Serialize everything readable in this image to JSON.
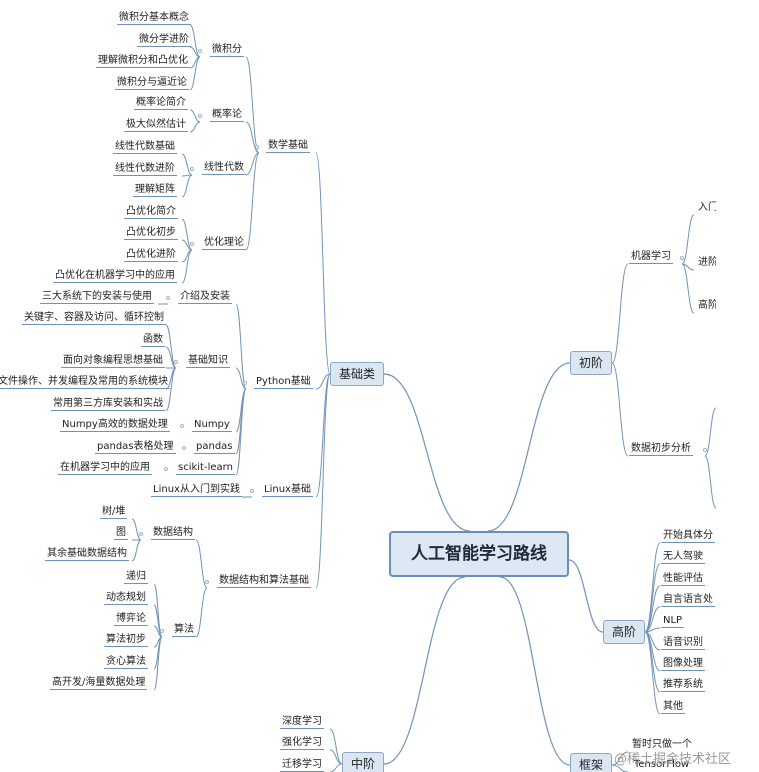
{
  "root": {
    "label": "人工智能学习路线"
  },
  "categories": {
    "basic": "基础类",
    "beginner": "初阶",
    "advanced": "高阶",
    "middle": "中阶",
    "framework": "框架"
  },
  "math": {
    "label": "数学基础",
    "calculus": {
      "label": "微积分",
      "items": [
        "微积分基本概念",
        "微分学进阶",
        "理解微积分和凸优化",
        "微积分与逼近论"
      ]
    },
    "probability": {
      "label": "概率论",
      "items": [
        "概率论简介",
        "极大似然估计"
      ]
    },
    "linear_algebra": {
      "label": "线性代数",
      "items": [
        "线性代数基础",
        "线性代数进阶",
        "理解矩阵"
      ]
    },
    "optimization": {
      "label": "优化理论",
      "items": [
        "凸优化简介",
        "凸优化初步",
        "凸优化进阶",
        "凸优化在机器学习中的应用"
      ]
    }
  },
  "python": {
    "label": "Python基础",
    "intro": {
      "label": "介绍及安装",
      "items": [
        "三大系统下的安装与使用"
      ]
    },
    "knowledge": {
      "label": "基础知识",
      "items": [
        "关键字、容器及访问、循环控制",
        "函数",
        "面向对象编程思想基础",
        "文件操作、并发编程及常用的系统模块",
        "常用第三方库安装和实战"
      ]
    },
    "numpy": {
      "label": "Numpy",
      "items": [
        "Numpy高效的数据处理"
      ]
    },
    "pandas": {
      "label": "pandas",
      "items": [
        "pandas表格处理"
      ]
    },
    "sklearn": {
      "label": "scikit-learn",
      "items": [
        "在机器学习中的应用"
      ]
    }
  },
  "linux": {
    "label": "Linux基础",
    "items": [
      "Linux从入门到实践"
    ]
  },
  "dsa": {
    "label": "数据结构和算法基础",
    "structures": {
      "label": "数据结构",
      "items": [
        "树/堆",
        "图",
        "其余基础数据结构"
      ]
    },
    "algorithms": {
      "label": "算法",
      "items": [
        "递归",
        "动态规划",
        "博弈论",
        "算法初步",
        "贪心算法",
        "高开发/海量数据处理"
      ]
    }
  },
  "beginner_branch": {
    "ml": {
      "label": "机器学习",
      "items": [
        "入门",
        "进阶",
        "高阶"
      ]
    },
    "data": {
      "label": "数据初步分析"
    }
  },
  "advanced_items": [
    "开始具体分",
    "无人驾驶",
    "性能评估",
    "自言语言处",
    "NLP",
    "语音识别",
    "图像处理",
    "推荐系统",
    "其他"
  ],
  "middle_items": [
    "深度学习",
    "强化学习",
    "迁移学习"
  ],
  "framework_items": [
    "暂时只做一个",
    "TensorFlow"
  ],
  "watermark": "@稀土掘金技术社区",
  "colors": {
    "link": "#6f93b8",
    "main_fill": "#dbe6f3",
    "root_border": "#6d8fb5"
  }
}
